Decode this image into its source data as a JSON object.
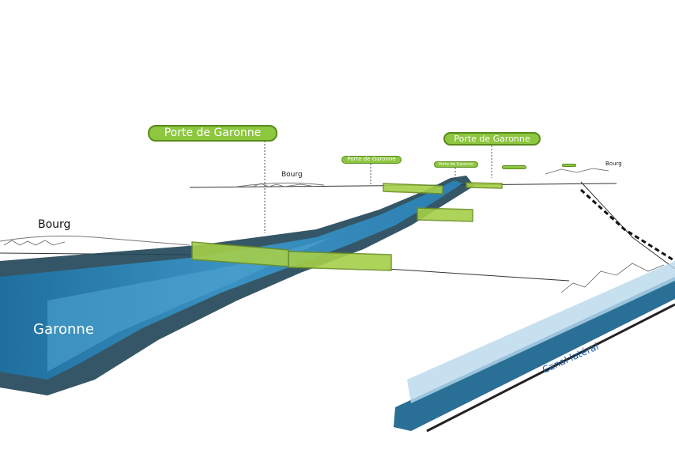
{
  "labels": {
    "porte_main": "Porte de Garonne",
    "porte_right": "Porte de Garonne",
    "porte_small_1": "Porte de Garonne",
    "porte_small_2": "Porte de Garonne",
    "bourg_left": "Bourg",
    "bourg_center": "Bourg",
    "bourg_right": "Bourg",
    "river": "Garonne",
    "canal": "Canal latéral"
  },
  "colors": {
    "river_blue": "#2a7fb0",
    "river_dark": "#1d4a5e",
    "porte_green": "#8dc63f",
    "canal_label": "#1f5fa8"
  }
}
